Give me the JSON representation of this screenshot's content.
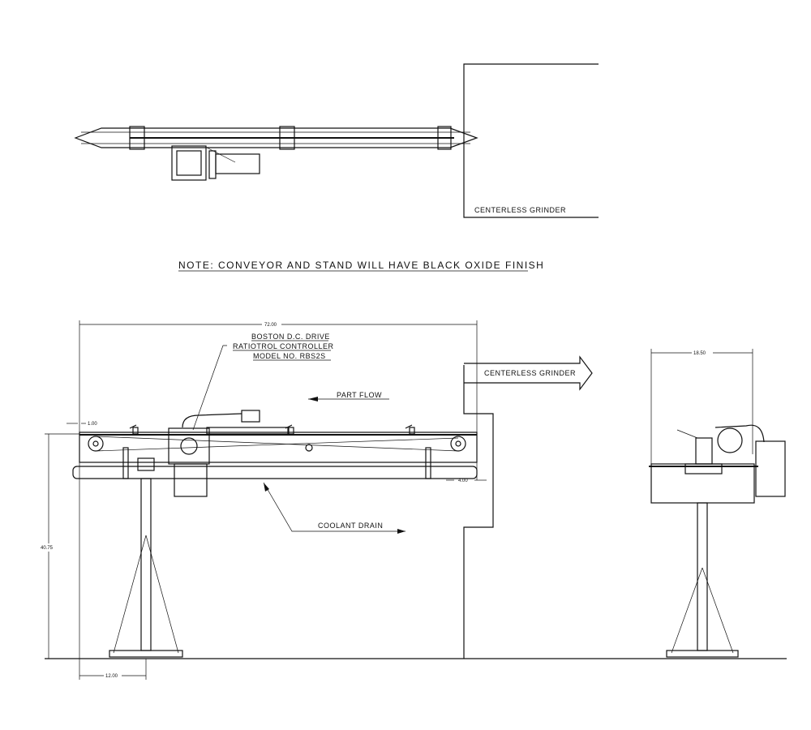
{
  "top_view": {
    "grinder_label": "CENTERLESS GRINDER"
  },
  "note": "NOTE: CONVEYOR AND STAND WILL HAVE BLACK OXIDE FINISH",
  "side_view": {
    "overall_length": "72.00",
    "drive_label": [
      "BOSTON D.C. DRIVE",
      "RATIOTROL CONTROLLER",
      "MODEL NO. RBS2S"
    ],
    "grinder_label": "CENTERLESS GRINDER",
    "part_flow_label": "PART FLOW",
    "coolant_drain_label": "COOLANT DRAIN",
    "dim_end_offset": "1.00",
    "dim_pan_offset": "4.00",
    "dim_height": "40.75",
    "dim_stand_offset": "12.00"
  },
  "end_view": {
    "width": "18.50"
  }
}
